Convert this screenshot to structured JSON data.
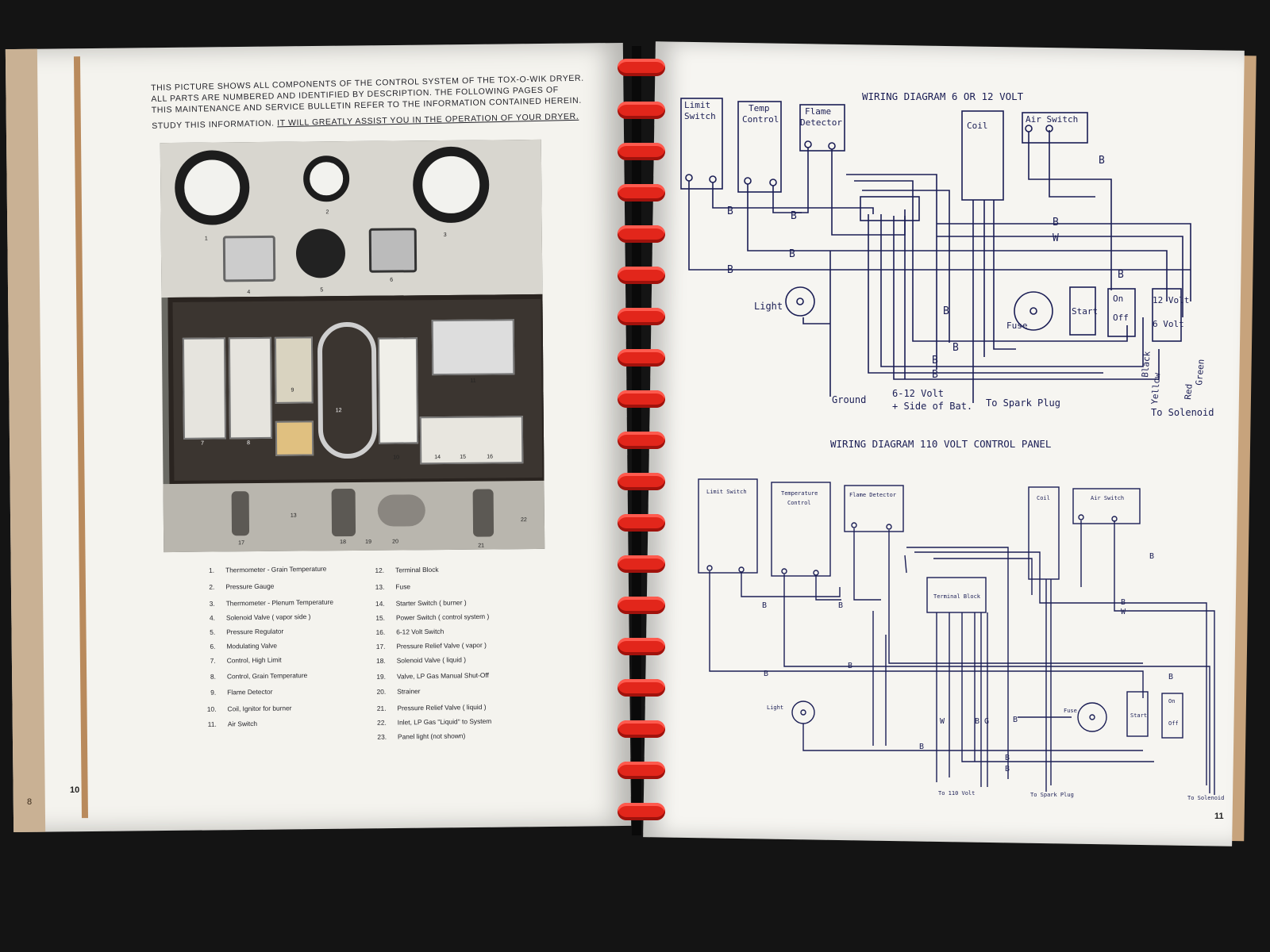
{
  "left_page": {
    "intro_lines": [
      "THIS PICTURE SHOWS ALL COMPONENTS OF THE CONTROL SYSTEM OF THE TOX-O-WIK DRYER.",
      "ALL PARTS ARE NUMBERED AND IDENTIFIED BY DESCRIPTION.  THE FOLLOWING PAGES OF",
      "THIS MAINTENANCE AND SERVICE BULLETIN REFER TO THE INFORMATION CONTAINED HEREIN."
    ],
    "study_plain": "STUDY THIS INFORMATION.",
    "study_underlined": "IT WILL GREATLY ASSIST YOU IN THE OPERATION OF YOUR DRYER.",
    "photo_numbers": [
      "1",
      "2",
      "3",
      "4",
      "5",
      "6",
      "7",
      "8",
      "9",
      "10",
      "11",
      "12",
      "13",
      "14",
      "15",
      "16",
      "17",
      "18",
      "19",
      "20",
      "21",
      "22"
    ],
    "parts_left": [
      {
        "n": "1.",
        "t": "Thermometer - Grain Temperature"
      },
      {
        "n": "2.",
        "t": "Pressure Gauge"
      },
      {
        "n": "3.",
        "t": "Thermometer - Plenum Temperature"
      },
      {
        "n": "4.",
        "t": "Solenoid Valve  ( vapor side )"
      },
      {
        "n": "5.",
        "t": "Pressure Regulator"
      },
      {
        "n": "6.",
        "t": "Modulating Valve"
      },
      {
        "n": "7.",
        "t": "Control, High Limit"
      },
      {
        "n": "8.",
        "t": "Control, Grain Temperature"
      },
      {
        "n": "9.",
        "t": "Flame Detector"
      },
      {
        "n": "10.",
        "t": "Coil, Ignitor for burner"
      },
      {
        "n": "11.",
        "t": "Air Switch"
      }
    ],
    "parts_right": [
      {
        "n": "12.",
        "t": "Terminal Block"
      },
      {
        "n": "13.",
        "t": "Fuse"
      },
      {
        "n": "14.",
        "t": "Starter Switch  ( burner )"
      },
      {
        "n": "15.",
        "t": "Power Switch  ( control system )"
      },
      {
        "n": "16.",
        "t": "6-12 Volt Switch"
      },
      {
        "n": "17.",
        "t": "Pressure Relief Valve  ( vapor )"
      },
      {
        "n": "18.",
        "t": "Solenoid Valve  ( liquid )"
      },
      {
        "n": "19.",
        "t": "Valve, LP Gas Manual Shut-Off"
      },
      {
        "n": "20.",
        "t": "Strainer"
      },
      {
        "n": "21.",
        "t": "Pressure Relief Valve  ( liquid )"
      },
      {
        "n": "22.",
        "t": "Inlet, LP Gas \"Liquid\"  to System"
      },
      {
        "n": "23.",
        "t": "Panel light (not shown)"
      }
    ],
    "page_number": "10",
    "edge_number": "8"
  },
  "right_page": {
    "diagram1": {
      "title": "WIRING DIAGRAM 6 OR 12 VOLT",
      "components": [
        "Limit",
        "Switch",
        "Temp",
        "Control",
        "Flame",
        "Detector",
        "Coil",
        "Air Switch",
        "Light",
        "Start",
        "On",
        "Off",
        "12 Volt",
        "6 Volt",
        "Fuse"
      ],
      "wire_labels": [
        "B",
        "W"
      ],
      "bottom_labels": [
        "Ground",
        "6-12 Volt",
        "+ Side of Bat.",
        "To Spark Plug",
        "Black",
        "Yellow",
        "Red",
        "Green",
        "To Solenoid"
      ]
    },
    "diagram2": {
      "title": "WIRING DIAGRAM 110 VOLT CONTROL PANEL",
      "components": [
        "Limit Switch",
        "Temperature",
        "Control",
        "Flame Detector",
        "Coil",
        "Air Switch",
        "Terminal Block",
        "Light",
        "Fuse",
        "Start",
        "On",
        "Off"
      ],
      "wire_labels": [
        "B",
        "W",
        "G"
      ],
      "bottom_labels": [
        "To 110 Volt",
        "To Spark Plug",
        "To Solenoid"
      ]
    },
    "page_number": "11"
  }
}
